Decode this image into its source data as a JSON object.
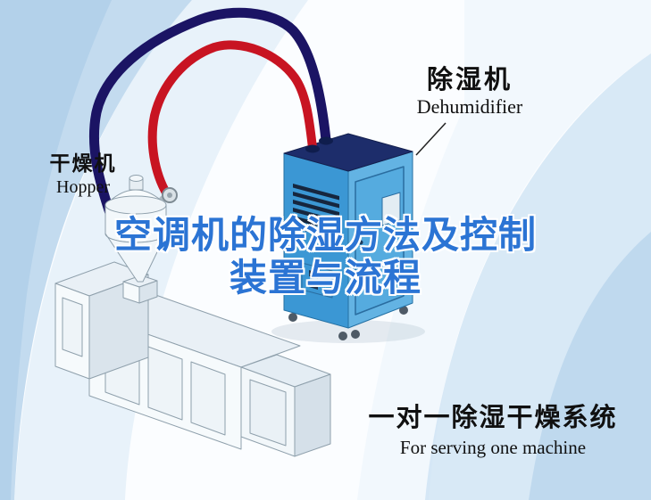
{
  "title": {
    "line1": "空调机的除湿方法及控制",
    "line2": "装置与流程"
  },
  "labels": {
    "dehumidifier": {
      "zh": "除湿机",
      "en": "Dehumidifier"
    },
    "hopper": {
      "zh": "干燥机",
      "en": "Hopper"
    }
  },
  "caption": {
    "zh": "一对一除湿干燥系统",
    "en": "For serving one machine"
  },
  "colors": {
    "title_blue": "#2b74d4",
    "pipe_red": "#c81422",
    "pipe_navy": "#1b1464",
    "machine_body_blue": "#3b97d4",
    "machine_top_navy": "#1d2d6b",
    "background_tint": "#b9d5ec"
  },
  "illustration": {
    "machines": [
      "dehumidifier-unit",
      "hopper-dryer",
      "extruder-machine"
    ],
    "pipes": [
      {
        "name": "return-pipe",
        "color": "#1b1464"
      },
      {
        "name": "supply-pipe",
        "color": "#c81422"
      }
    ]
  }
}
